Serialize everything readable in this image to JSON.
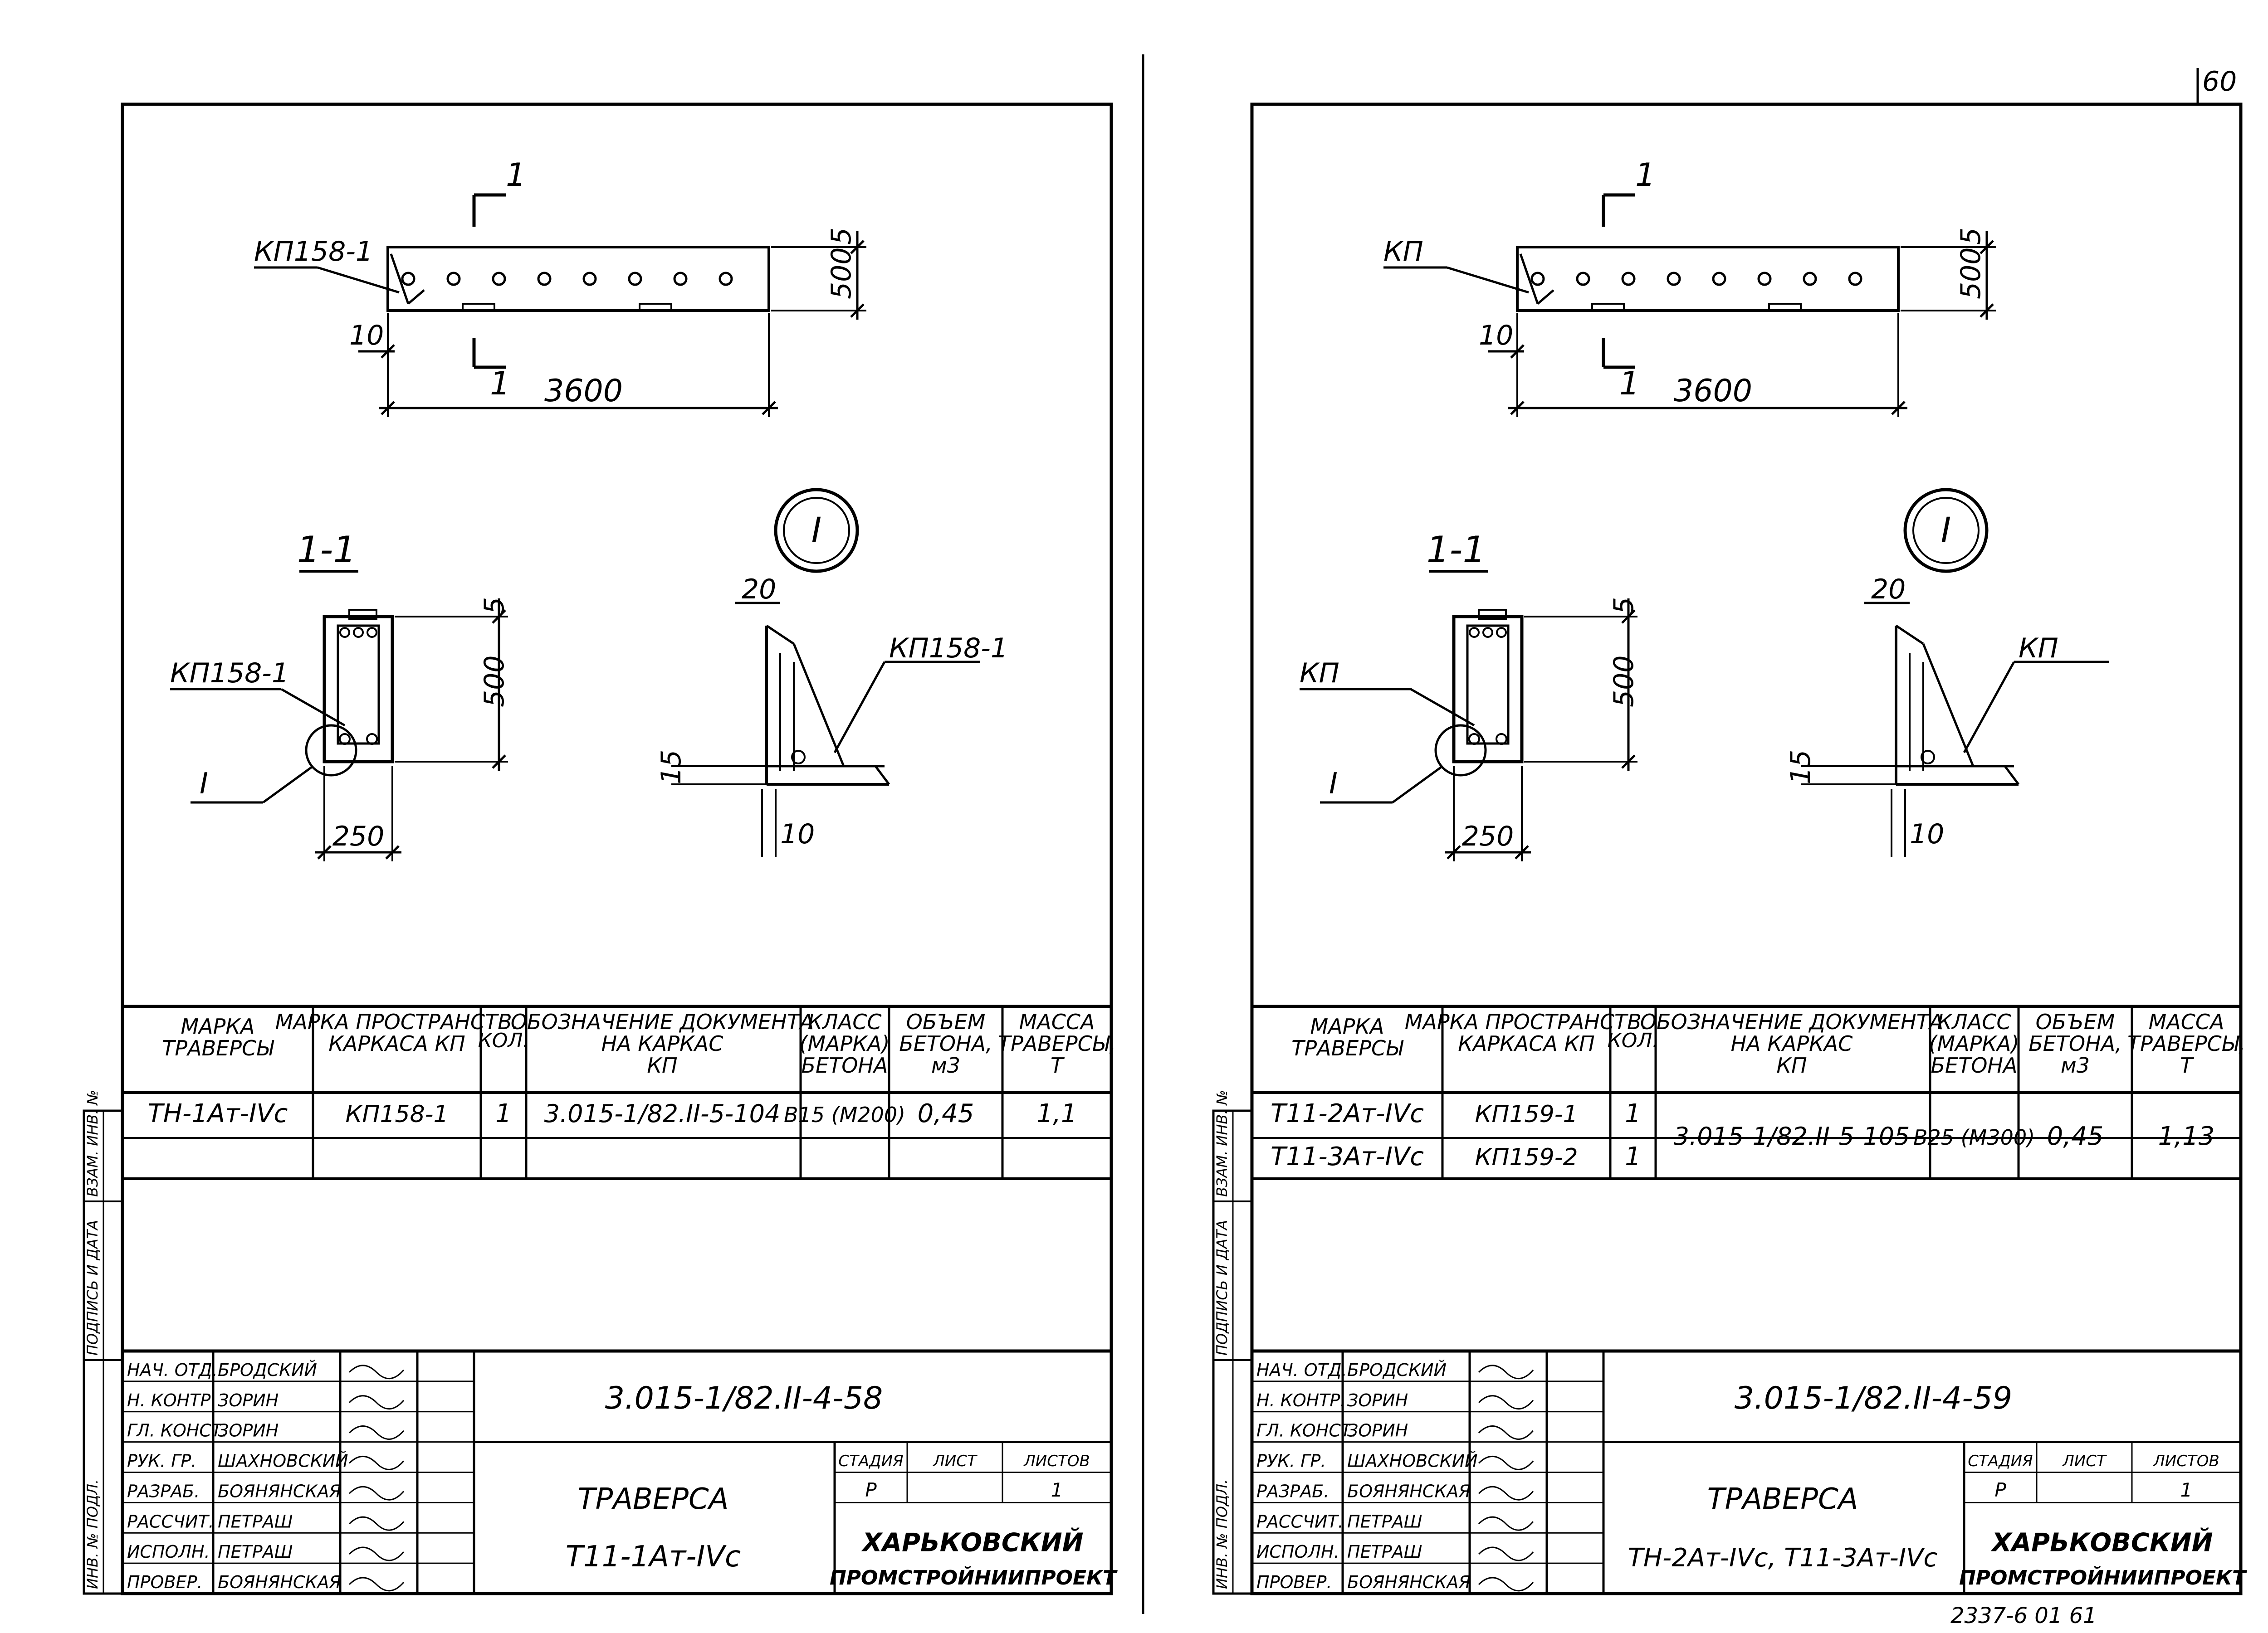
{
  "page_number": "60",
  "bottom_stamp": "2337-6 01 61",
  "sheets": [
    {
      "plan": {
        "label_kp": "КП158-1",
        "cut_label": "1",
        "dim_length": "3600",
        "dim_height": "500",
        "dim_top": "5",
        "dim_offset": "10"
      },
      "section": {
        "title": "1-1",
        "label_kp": "КП158-1",
        "node_label": "I",
        "dim_height": "500",
        "dim_top": "5",
        "dim_width": "250"
      },
      "detail": {
        "node_label": "I",
        "label_kp": "КП158-1",
        "dim_20": "20",
        "dim_15": "15",
        "dim_10": "10"
      },
      "spec": {
        "headers": [
          "МАРКА ТРАВЕРСЫ",
          "МАРКА ПРОСТРАНСТВ. КАРКАСА КП",
          "КОЛ.",
          "ОБОЗНАЧЕНИЕ ДОКУМЕНТА НА КАРКАС КП",
          "КЛАСС (МАРКА) БЕТОНА",
          "ОБЪЕМ БЕТОНА, м3",
          "МАССА ТРАВЕРСЫ, Т"
        ],
        "rows": [
          {
            "mark": "ТН-1Ат-IVс",
            "kp": "КП158-1",
            "qty": "1"
          }
        ],
        "doc": "3.015-1/82.II-5-104",
        "concrete": "B15 (M200)",
        "volume": "0,45",
        "mass": "1,1"
      },
      "title_block": {
        "roles": [
          "НАЧ. ОТД.",
          "Н. КОНТР.",
          "ГЛ. КОНСТ.",
          "РУК. ГР.",
          "РАЗРАБ.",
          "РАССЧИТ.",
          "ИСПОЛН.",
          "ПРОВЕР."
        ],
        "names": [
          "БРОДСКИЙ",
          "ЗОРИН",
          "ЗОРИН",
          "ШАХНОВСКИЙ",
          "БОЯНЯНСКАЯ",
          "ПЕТРАШ",
          "ПЕТРАШ",
          "БОЯНЯНСКАЯ"
        ],
        "code": "3.015-1/82.II-4-58",
        "name_line1": "ТРАВЕРСА",
        "name_line2": "Т11-1Ат-IVс",
        "stage_label": "СТАДИЯ",
        "sheet_label": "ЛИСТ",
        "sheets_label": "ЛИСТОВ",
        "stage": "Р",
        "sheets": "1",
        "org_line1": "ХАРЬКОВСКИЙ",
        "org_line2": "ПРОМСТРОЙНИИПРОЕКТ"
      },
      "margin": [
        "ИНВ. № ПОДЛ.",
        "ПОДПИСЬ И ДАТА",
        "ВЗАМ. ИНВ. №"
      ]
    },
    {
      "plan": {
        "label_kp": "КП",
        "cut_label": "1",
        "dim_length": "3600",
        "dim_height": "500",
        "dim_top": "5",
        "dim_offset": "10"
      },
      "section": {
        "title": "1-1",
        "label_kp": "КП",
        "node_label": "I",
        "dim_height": "500",
        "dim_top": "5",
        "dim_width": "250"
      },
      "detail": {
        "node_label": "I",
        "label_kp": "КП",
        "dim_20": "20",
        "dim_15": "15",
        "dim_10": "10"
      },
      "spec": {
        "headers": [
          "МАРКА ТРАВЕРСЫ",
          "МАРКА ПРОСТРАНСТВ. КАРКАСА КП",
          "КОЛ.",
          "ОБОЗНАЧЕНИЕ ДОКУМЕНТА НА КАРКАС КП",
          "КЛАСС (МАРКА) БЕТОНА",
          "ОБЪЕМ БЕТОНА, м3",
          "МАССА ТРАВЕРСЫ, Т"
        ],
        "rows": [
          {
            "mark": "Т11-2Ат-IVс",
            "kp": "КП159-1",
            "qty": "1"
          },
          {
            "mark": "Т11-3Ат-IVс",
            "kp": "КП159-2",
            "qty": "1"
          }
        ],
        "doc": "3.015-1/82.II-5-105",
        "concrete": "B25 (M300)",
        "volume": "0,45",
        "mass": "1,13"
      },
      "title_block": {
        "roles": [
          "НАЧ. ОТД.",
          "Н. КОНТР.",
          "ГЛ. КОНСТ.",
          "РУК. ГР.",
          "РАЗРАБ.",
          "РАССЧИТ.",
          "ИСПОЛН.",
          "ПРОВЕР."
        ],
        "names": [
          "БРОДСКИЙ",
          "ЗОРИН",
          "ЗОРИН",
          "ШАХНОВСКИЙ",
          "БОЯНЯНСКАЯ",
          "ПЕТРАШ",
          "ПЕТРАШ",
          "БОЯНЯНСКАЯ"
        ],
        "code": "3.015-1/82.II-4-59",
        "name_line1": "ТРАВЕРСА",
        "name_line2": "ТН-2Ат-IVс, Т11-3Ат-IVс",
        "stage_label": "СТАДИЯ",
        "sheet_label": "ЛИСТ",
        "sheets_label": "ЛИСТОВ",
        "stage": "Р",
        "sheets": "1",
        "org_line1": "ХАРЬКОВСКИЙ",
        "org_line2": "ПРОМСТРОЙНИИПРОЕКТ"
      },
      "margin": [
        "ИНВ. № ПОДЛ.",
        "ПОДПИСЬ И ДАТА",
        "ВЗАМ. ИНВ. №"
      ]
    }
  ]
}
